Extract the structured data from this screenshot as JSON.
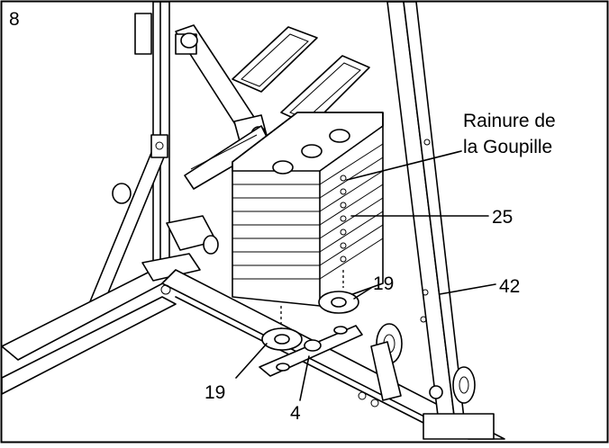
{
  "step_number": "8",
  "callouts": {
    "pin_groove_line1": "Rainure de",
    "pin_groove_line2": "la Goupille",
    "part_25": "25",
    "part_19_upper": "19",
    "part_19_lower": "19",
    "part_42": "42",
    "part_4": "4"
  }
}
